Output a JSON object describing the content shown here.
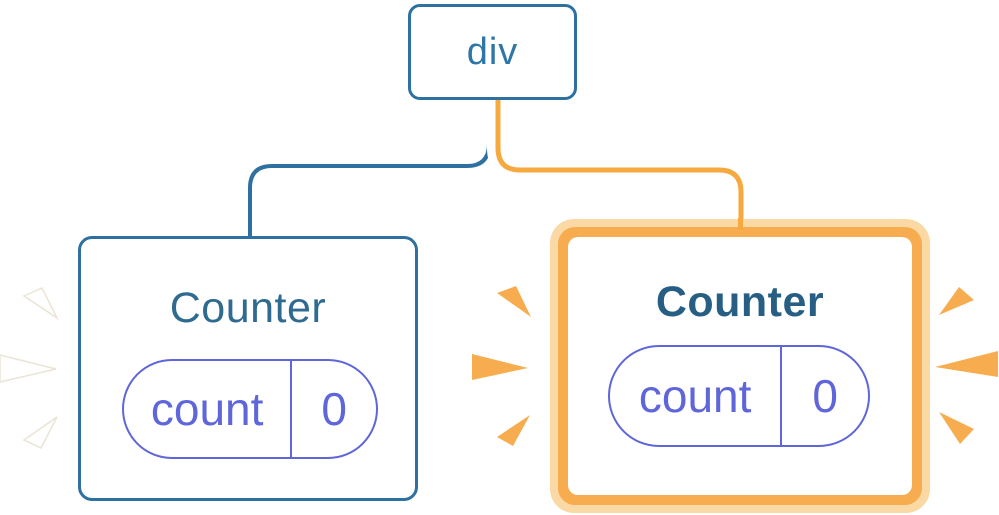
{
  "diagram": {
    "root_node": {
      "label": "div"
    },
    "counters": [
      {
        "label": "Counter",
        "state_key": "count",
        "state_value": "0",
        "highlighted": false
      },
      {
        "label": "Counter",
        "state_key": "count",
        "state_value": "0",
        "highlighted": true
      }
    ]
  },
  "colors": {
    "steel_blue": "#2e71a0",
    "div_text_blue": "#2e76a6",
    "title_teal": "#2f6b91",
    "title_teal_bold": "#265f83",
    "purple": "#5f66da",
    "orange": "#f7ad4f",
    "orange_deep": "#f5a93f",
    "orange_light": "#fbd9a4",
    "ray_edge": "#ebe4d6"
  }
}
